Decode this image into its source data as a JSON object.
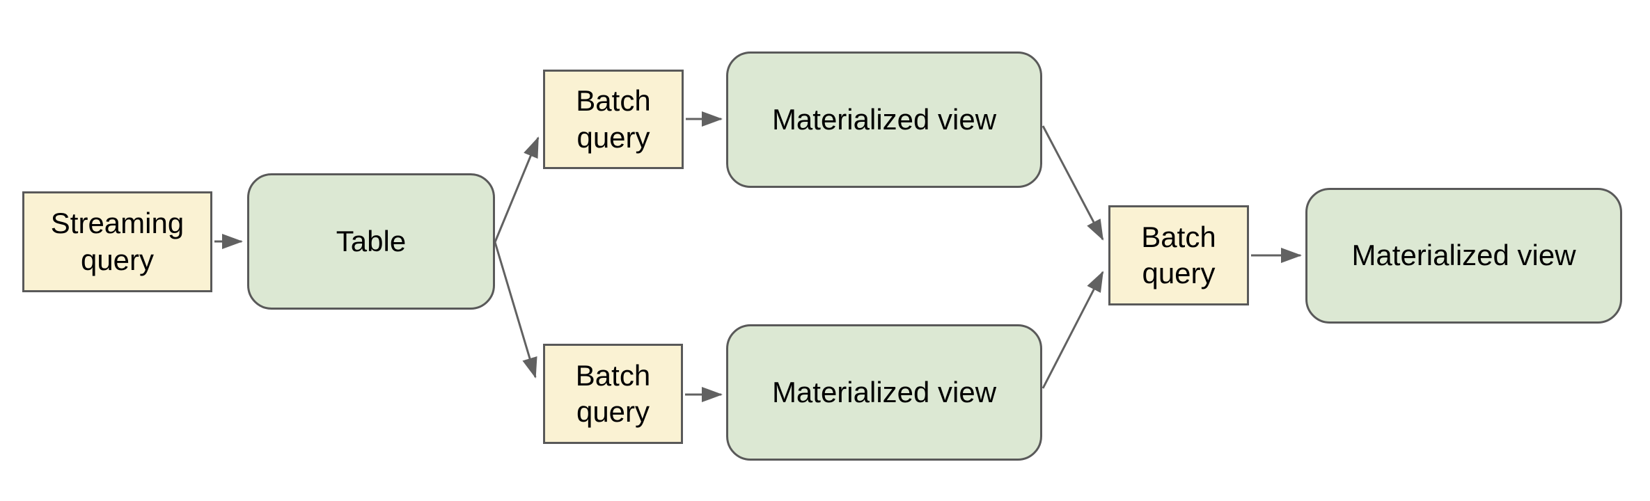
{
  "diagram": {
    "type": "dataflow-diagram",
    "nodes": {
      "streaming_query": {
        "label": "Streaming query",
        "kind": "query"
      },
      "table": {
        "label": "Table",
        "kind": "entity"
      },
      "batch_query_top": {
        "label": "Batch query",
        "kind": "query"
      },
      "materialized_view_top": {
        "label": "Materialized view",
        "kind": "entity"
      },
      "batch_query_bottom": {
        "label": "Batch query",
        "kind": "query"
      },
      "materialized_view_bottom": {
        "label": "Materialized view",
        "kind": "entity"
      },
      "batch_query_right": {
        "label": "Batch query",
        "kind": "query"
      },
      "materialized_view_right": {
        "label": "Materialized view",
        "kind": "entity"
      }
    },
    "edges": [
      {
        "from": "streaming_query",
        "to": "table"
      },
      {
        "from": "table",
        "to": "batch_query_top"
      },
      {
        "from": "table",
        "to": "batch_query_bottom"
      },
      {
        "from": "batch_query_top",
        "to": "materialized_view_top"
      },
      {
        "from": "batch_query_bottom",
        "to": "materialized_view_bottom"
      },
      {
        "from": "materialized_view_top",
        "to": "batch_query_right"
      },
      {
        "from": "materialized_view_bottom",
        "to": "batch_query_right"
      },
      {
        "from": "batch_query_right",
        "to": "materialized_view_right"
      }
    ],
    "colors": {
      "query_fill": "#faf2d3",
      "entity_fill": "#dce8d3",
      "box_border": "#595959",
      "connector": "#616161",
      "text": "#000000",
      "background": "#ffffff"
    }
  }
}
